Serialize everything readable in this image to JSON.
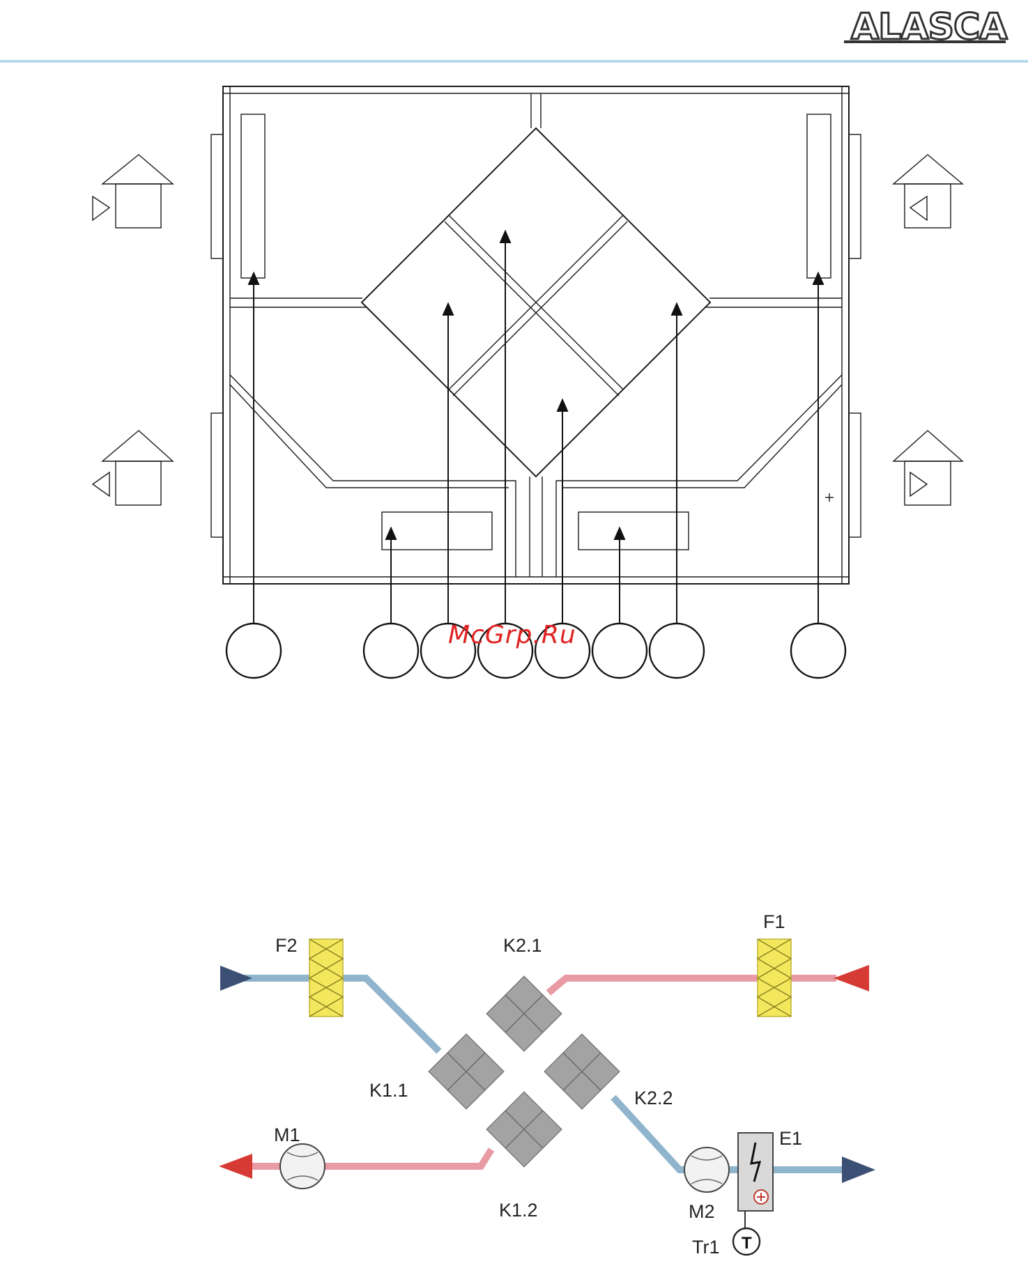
{
  "header": {
    "brand": "ALASCA",
    "rule_color": "#b9d8ee"
  },
  "watermark": "McGrp.Ru",
  "schematic": {
    "labels": {
      "f1": "F1",
      "f2": "F2",
      "k11": "K1.1",
      "k12": "K1.2",
      "k21": "K2.1",
      "k22": "K2.2",
      "m1": "M1",
      "m2": "M2",
      "e1": "E1",
      "tr1": "Tr1",
      "sensor": "T"
    },
    "colors": {
      "cold_air": "#8fb4cc",
      "warm_air": "#e89aa5",
      "cold_arrow": "#3c4f74",
      "warm_arrow": "#d63a34",
      "filter": "#f3e85d",
      "exchanger": "#a3a3a3"
    }
  }
}
